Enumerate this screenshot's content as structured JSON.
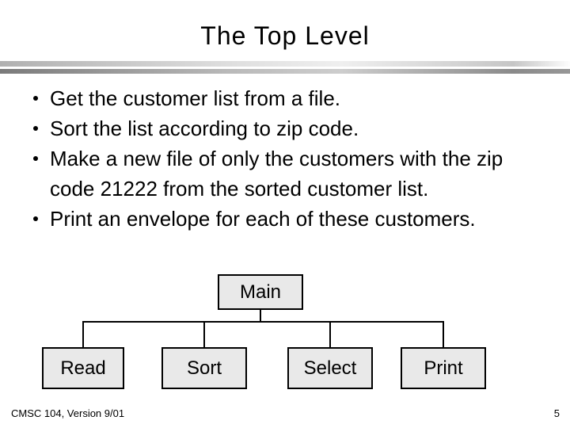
{
  "slide": {
    "title": "The Top Level",
    "bullets": [
      "Get the customer list from a file.",
      "Sort the list according to zip code.",
      "Make a new file of only the customers with the zip code 21222 from the sorted customer list.",
      "Print an envelope for each of these customers."
    ],
    "diagram": {
      "root": "Main",
      "children": [
        "Read",
        "Sort",
        "Select",
        "Print"
      ]
    },
    "footer": {
      "left": "CMSC 104, Version 9/01",
      "page_number": "5"
    },
    "colors": {
      "background": "#ffffff",
      "text": "#000000",
      "box_fill": "#e9e9e9",
      "box_border": "#000000",
      "rule_light": "#b0b0b0",
      "rule_dark": "#7a7a7a"
    }
  }
}
